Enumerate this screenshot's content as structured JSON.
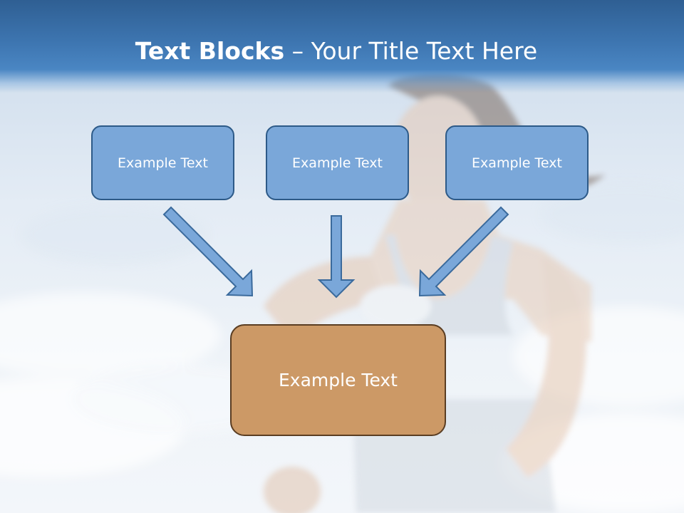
{
  "title": {
    "bold": "Text Blocks",
    "separator": "–",
    "rest": "Your Title Text Here"
  },
  "blocks": {
    "left": "Example Text",
    "center": "Example Text",
    "right": "Example Text",
    "bottom": "Example Text"
  },
  "colors": {
    "title_band": "#3d75b0",
    "small_box_fill": "#7aa7d9",
    "small_box_border": "#2d5a88",
    "large_box_fill": "#cc9966",
    "large_box_border": "#5a3d22",
    "arrow_fill": "#7aa7d9",
    "arrow_stroke": "#3a6a9c"
  },
  "background": "photo-of-woman-running-against-clouds"
}
